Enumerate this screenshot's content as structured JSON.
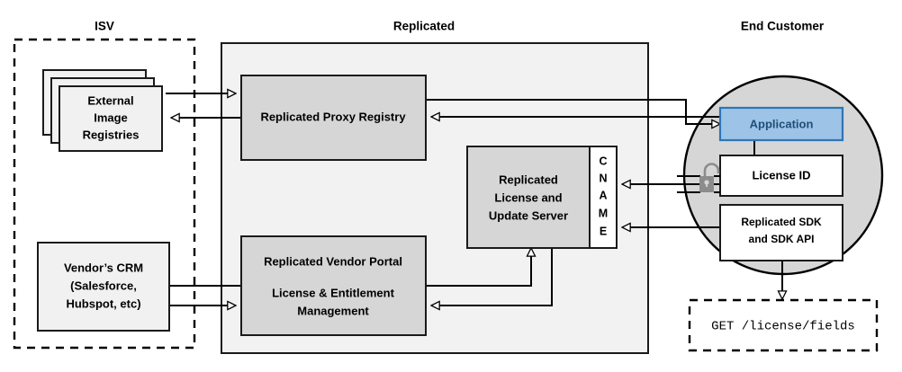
{
  "zones": {
    "isv": {
      "title": "ISV"
    },
    "replicated": {
      "title": "Replicated"
    },
    "end_customer": {
      "title": "End Customer"
    }
  },
  "nodes": {
    "external_image_registries": {
      "line1": "External",
      "line2": "Image",
      "line3": "Registries"
    },
    "vendors_crm": {
      "line1": "Vendor’s CRM",
      "line2": "(Salesforce,",
      "line3": "Hubspot, etc)"
    },
    "proxy_registry": {
      "label": "Replicated Proxy Registry"
    },
    "license_update_server": {
      "line1": "Replicated",
      "line2": "License and",
      "line3": "Update Server"
    },
    "cname": {
      "label": "CNAME",
      "letters": [
        "C",
        "N",
        "A",
        "M",
        "E"
      ]
    },
    "vendor_portal": {
      "line1": "Replicated Vendor Portal",
      "line2": "License & Entitlement",
      "line3": "Management"
    },
    "application": {
      "label": "Application"
    },
    "license_id": {
      "label": "License ID"
    },
    "replicated_sdk": {
      "line1": "Replicated SDK",
      "line2": "and SDK API"
    },
    "api_call": {
      "label": "GET /license/fields"
    }
  },
  "icons": {
    "unlocked_padlock": "unlock-icon"
  },
  "colors": {
    "zone_fill": "#F2F2F2",
    "node_fill": "#D6D6D6",
    "node_fill_light": "#F1F1F1",
    "node_fill_white": "#FFFFFF",
    "circle_fill": "#D6D6D6",
    "app_fill": "#9DC3E6",
    "app_stroke": "#2E75B6",
    "app_text": "#1F4E79",
    "line": "#000000",
    "lock": "#8C8C8C"
  }
}
